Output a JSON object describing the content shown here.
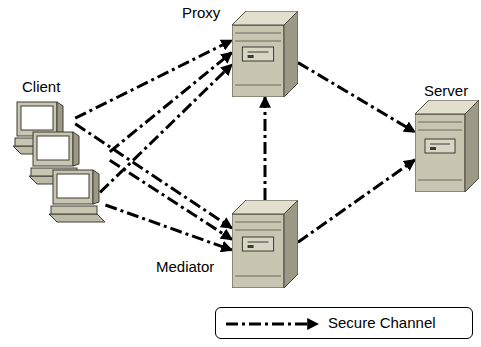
{
  "diagram": {
    "nodes": [
      {
        "text": [
          "Client"
        ]
      },
      {
        "text": [
          "Proxy"
        ]
      },
      {
        "text": [
          "Mediator"
        ]
      },
      {
        "text": [
          "Server"
        ]
      }
    ],
    "edges": [
      {
        "from": 0,
        "to": 1,
        "arrow": "to"
      },
      {
        "from": 0,
        "to": 1,
        "arrow": "to"
      },
      {
        "from": 0,
        "to": 1,
        "arrow": "to"
      },
      {
        "from": 0,
        "to": 2,
        "arrow": "to"
      },
      {
        "from": 0,
        "to": 2,
        "arrow": "to"
      },
      {
        "from": 0,
        "to": 2,
        "arrow": "to"
      },
      {
        "from": 2,
        "to": 1,
        "arrow": "to"
      },
      {
        "from": 1,
        "to": 3,
        "arrow": "to"
      },
      {
        "from": 2,
        "to": 3,
        "arrow": "to"
      }
    ],
    "legend": [
      {
        "text": "Secure Channel"
      }
    ]
  }
}
